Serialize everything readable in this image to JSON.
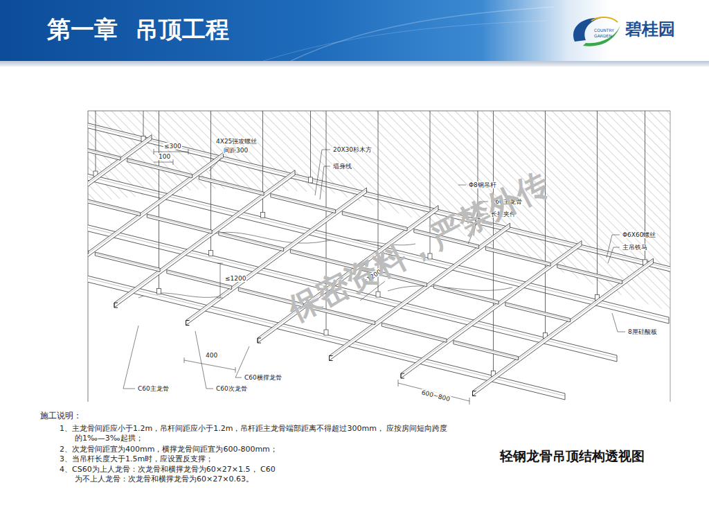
{
  "diagram": {
    "title": "第一章 吊顶工程",
    "caption": "轻钢龙骨吊顶结构透视图",
    "labels": [
      "碧桂园",
      "COUNTRY",
      "GARDEN",
      "≤300",
      "100",
      "4X25强攻螺丝",
      "间距300",
      "20X30杉木方",
      "墙身线",
      "Φ8钢吊杆",
      "C60主龙骨",
      "长挂夹件",
      "Φ6X60螺丝",
      "主吊铁马",
      "≤1200",
      "≤1200",
      "8厘硅酸板",
      "400",
      "C60横撑龙骨",
      "600~800",
      "C60主龙骨",
      "C60次龙骨",
      "保密资料，严禁外传",
      "施工说明：",
      "1、主龙骨间距应小于1.2m，吊杆间距应小于1.2m，吊杆距主龙骨端部距离不得超过300mm， 应按房间短向跨度的1‰—3‰起拱；",
      "2、次龙骨间距宜为400mm，横撑龙骨间距宜为600-800mm；",
      "3、当吊杆长度大于1.5m时，应设置反支撑；",
      "4、CS60为上人龙骨：次龙骨和横撑龙骨为60×27×1.5， C60为不上人龙骨：次龙骨和横撑龙骨为60×27×0.63。"
    ]
  }
}
